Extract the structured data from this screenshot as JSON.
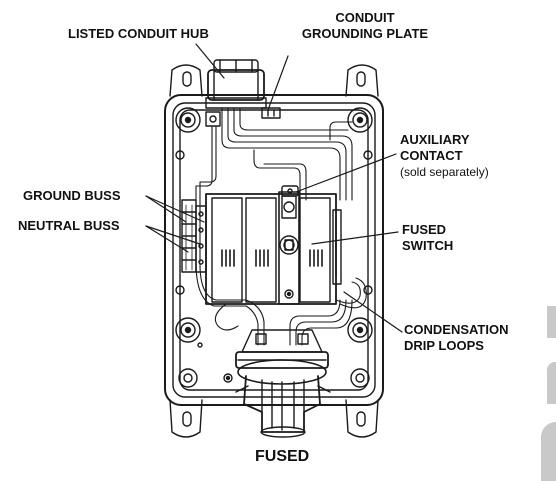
{
  "labels": {
    "listed_conduit_hub": "LISTED CONDUIT HUB",
    "conduit_grounding_plate_line1": "CONDUIT",
    "conduit_grounding_plate_line2": "GROUNDING PLATE",
    "auxiliary_contact_line1": "AUXILIARY",
    "auxiliary_contact_line2": "CONTACT",
    "auxiliary_contact_note": "(sold separately)",
    "ground_buss": "GROUND BUSS",
    "neutral_buss": "NEUTRAL BUSS",
    "fused_switch_line1": "FUSED",
    "fused_switch_line2": "SWITCH",
    "condensation_line1": "CONDENSATION",
    "condensation_line2": "DRIP LOOPS"
  },
  "caption": "FUSED",
  "colors": {
    "line": "#1a1a1a",
    "tab": "#c9c9c9",
    "background": "#ffffff"
  }
}
